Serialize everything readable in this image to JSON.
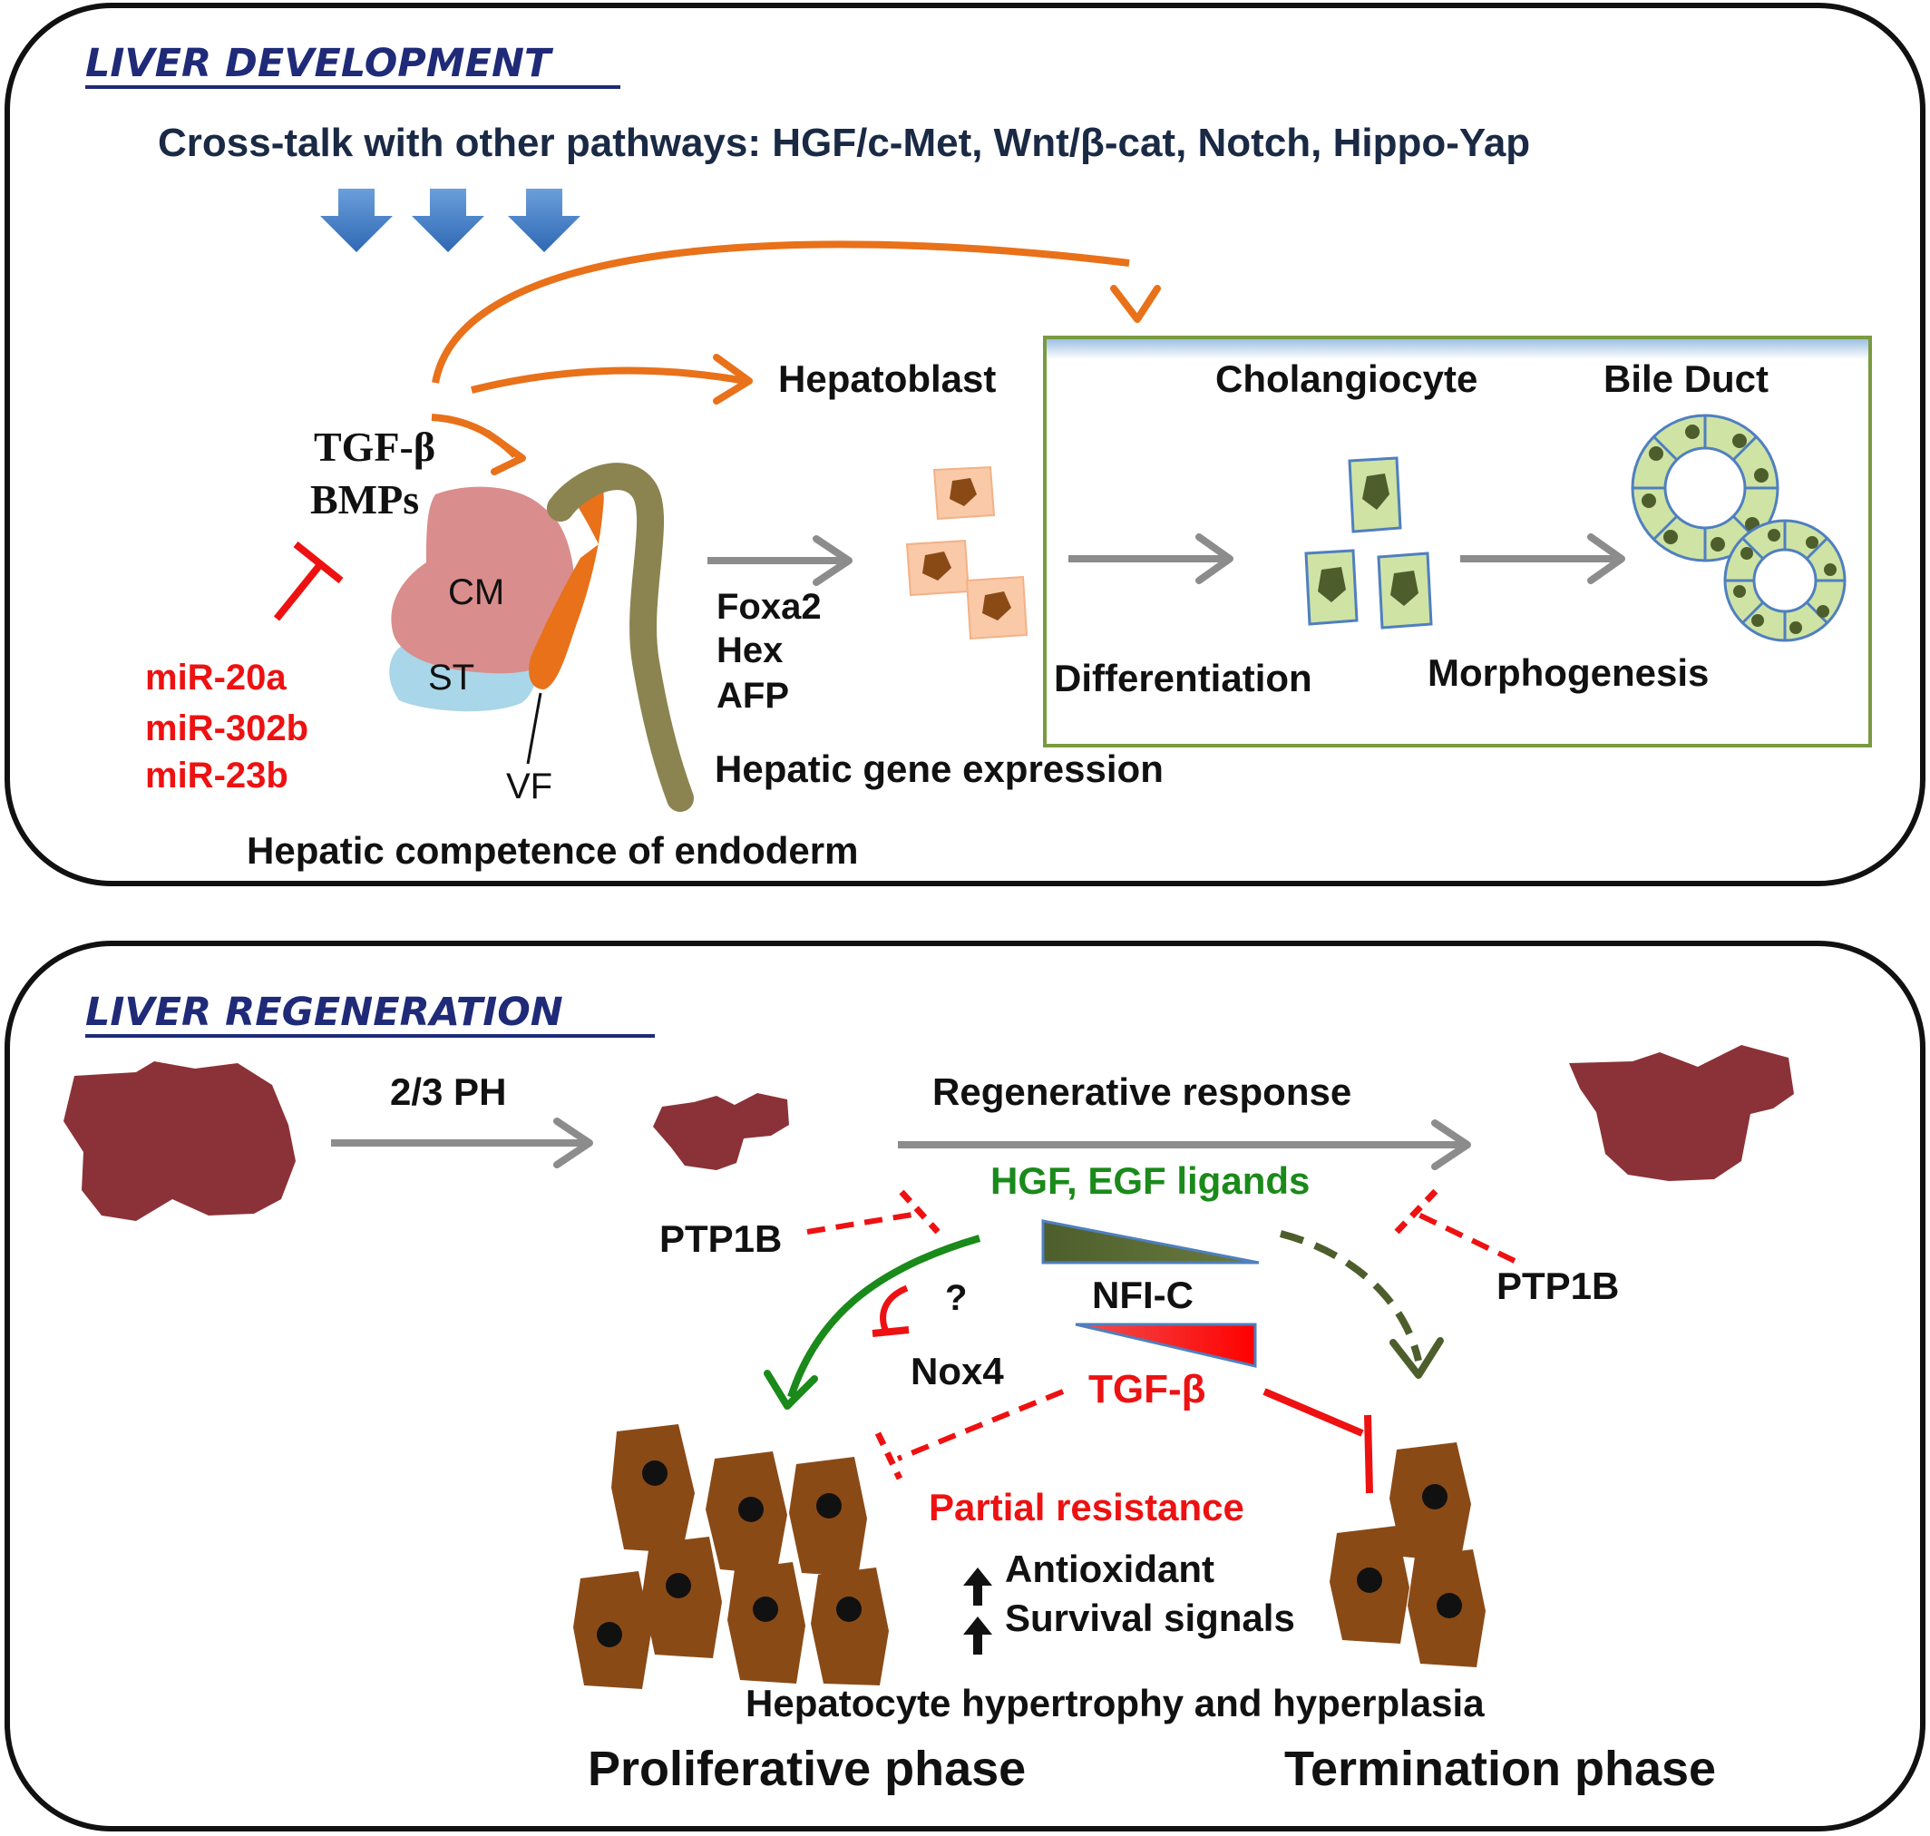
{
  "development": {
    "title": "LIVER DEVELOPMENT",
    "crosstalk": "Cross-talk with other pathways: HGF/c-Met, Wnt/β-cat, Notch, Hippo-Yap",
    "hepatoblast": "Hepatoblast",
    "tgf": "TGF-β",
    "bmps": "BMPs",
    "cm": "CM",
    "st": "ST",
    "vf": "VF",
    "mirnas": [
      "miR-20a",
      "miR-302b",
      "miR-23b"
    ],
    "factors": [
      "Foxa2",
      "Hex",
      "AFP"
    ],
    "hepatic_gene_expression": "Hepatic gene expression",
    "hepatic_competence": "Hepatic competence of endoderm",
    "cholangiocyte": "Cholangiocyte",
    "bile_duct": "Bile Duct",
    "differentiation": "Differentiation",
    "morphogenesis": "Morphogenesis"
  },
  "regeneration": {
    "title": "LIVER REGENERATION",
    "ph": "2/3 PH",
    "regenerative_response": "Regenerative response",
    "ligands": "HGF, EGF ligands",
    "ptp1b_left": "PTP1B",
    "ptp1b_right": "PTP1B",
    "question": "?",
    "nfic": "NFI-C",
    "nox4": "Nox4",
    "tgf": "TGF-β",
    "partial_resistance": "Partial resistance",
    "antioxidant": "Antioxidant",
    "survival": "Survival signals",
    "hypertrophy": "Hepatocyte hypertrophy and hyperplasia",
    "proliferative": "Proliferative phase",
    "termination": "Termination phase"
  },
  "colors": {
    "orange": "#e8711a",
    "gray_arrow": "#8c8c8c",
    "red": "#ee1111",
    "green": "#1a8a1a",
    "olive": "#4d5e2c",
    "liver": "#8b3238",
    "hepatocyte": "#8a4a16",
    "navy": "#1f2a78",
    "blue_arrow": "#3a78c4"
  }
}
